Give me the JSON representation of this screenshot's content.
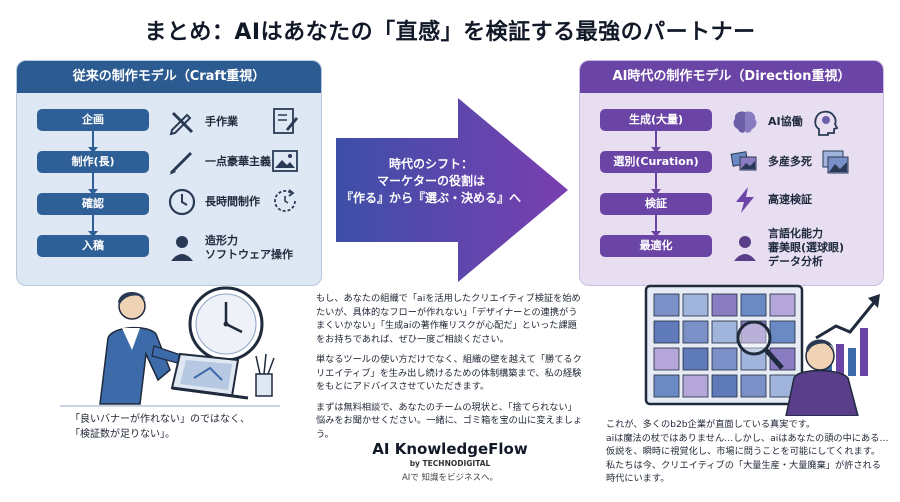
{
  "title": "まとめ：AIはあなたの「直感」を検証する最強のパートナー",
  "left_panel": {
    "header": "従来の制作モデル（Craft重視）",
    "flow": [
      "企画",
      "制作(長)",
      "確認",
      "入稿"
    ],
    "features": [
      "手作業",
      "一点豪華主義",
      "長時間制作",
      "造形力\nソフトウェア操作"
    ]
  },
  "right_panel": {
    "header": "AI時代の制作モデル（Direction重視）",
    "flow": [
      "生成(大量)",
      "選別(Curation)",
      "検証",
      "最適化"
    ],
    "features": [
      "AI協働",
      "多産多死",
      "高速検証",
      "言語化能力\n審美眼(選球眼)\nデータ分析"
    ]
  },
  "shift": {
    "line1": "時代のシフト：",
    "line2": "マーケターの役割は",
    "line3": "『作る』から『選ぶ・決める』へ"
  },
  "caption_left": "「良いバナーが作れない」のではなく、\n「検証数が足りない」。",
  "middle": {
    "p1": "もし、あなたの組織で「aiを活用したクリエイティブ検証を始めたいが、具体的なフローが作れない」「デザイナーとの連携がうまくいかない」「生成aiの著作権リスクが心配だ」といった課題をお持ちであれば、ぜひ一度ご相談ください。",
    "p2": "単なるツールの使い方だけでなく、組織の壁を越えて「勝てるクリエイティブ」を生み出し続けるための体制構築まで、私の経験をもとにアドバイスさせていただきます。",
    "p3": "まずは無料相談で、あなたのチームの現状と、「捨てられない」悩みをお聞かせください。一緒に、ゴミ箱を宝の山に変えましょう。"
  },
  "brand": {
    "name": "AI KnowledgeFlow",
    "by": "by TECHNODIGITAL",
    "tagline": "AIで 知識をビジネスへ。"
  },
  "caption_right": "これが、多くのb2b企業が直面している真実です。\naiは魔法の杖ではありません…しかし、aiはあなたの頭の中にある…\n仮説を、瞬時に視覚化し、市場に問うことを可能にしてくれます。\n私たちは今、クリエイティブの「大量生産・大量廃棄」が許される\n時代にいます。",
  "colors": {
    "left_accent": "#2c5b92",
    "right_accent": "#6b45a6",
    "arrow_start": "#3d4fa8",
    "arrow_end": "#7a3fb0"
  }
}
